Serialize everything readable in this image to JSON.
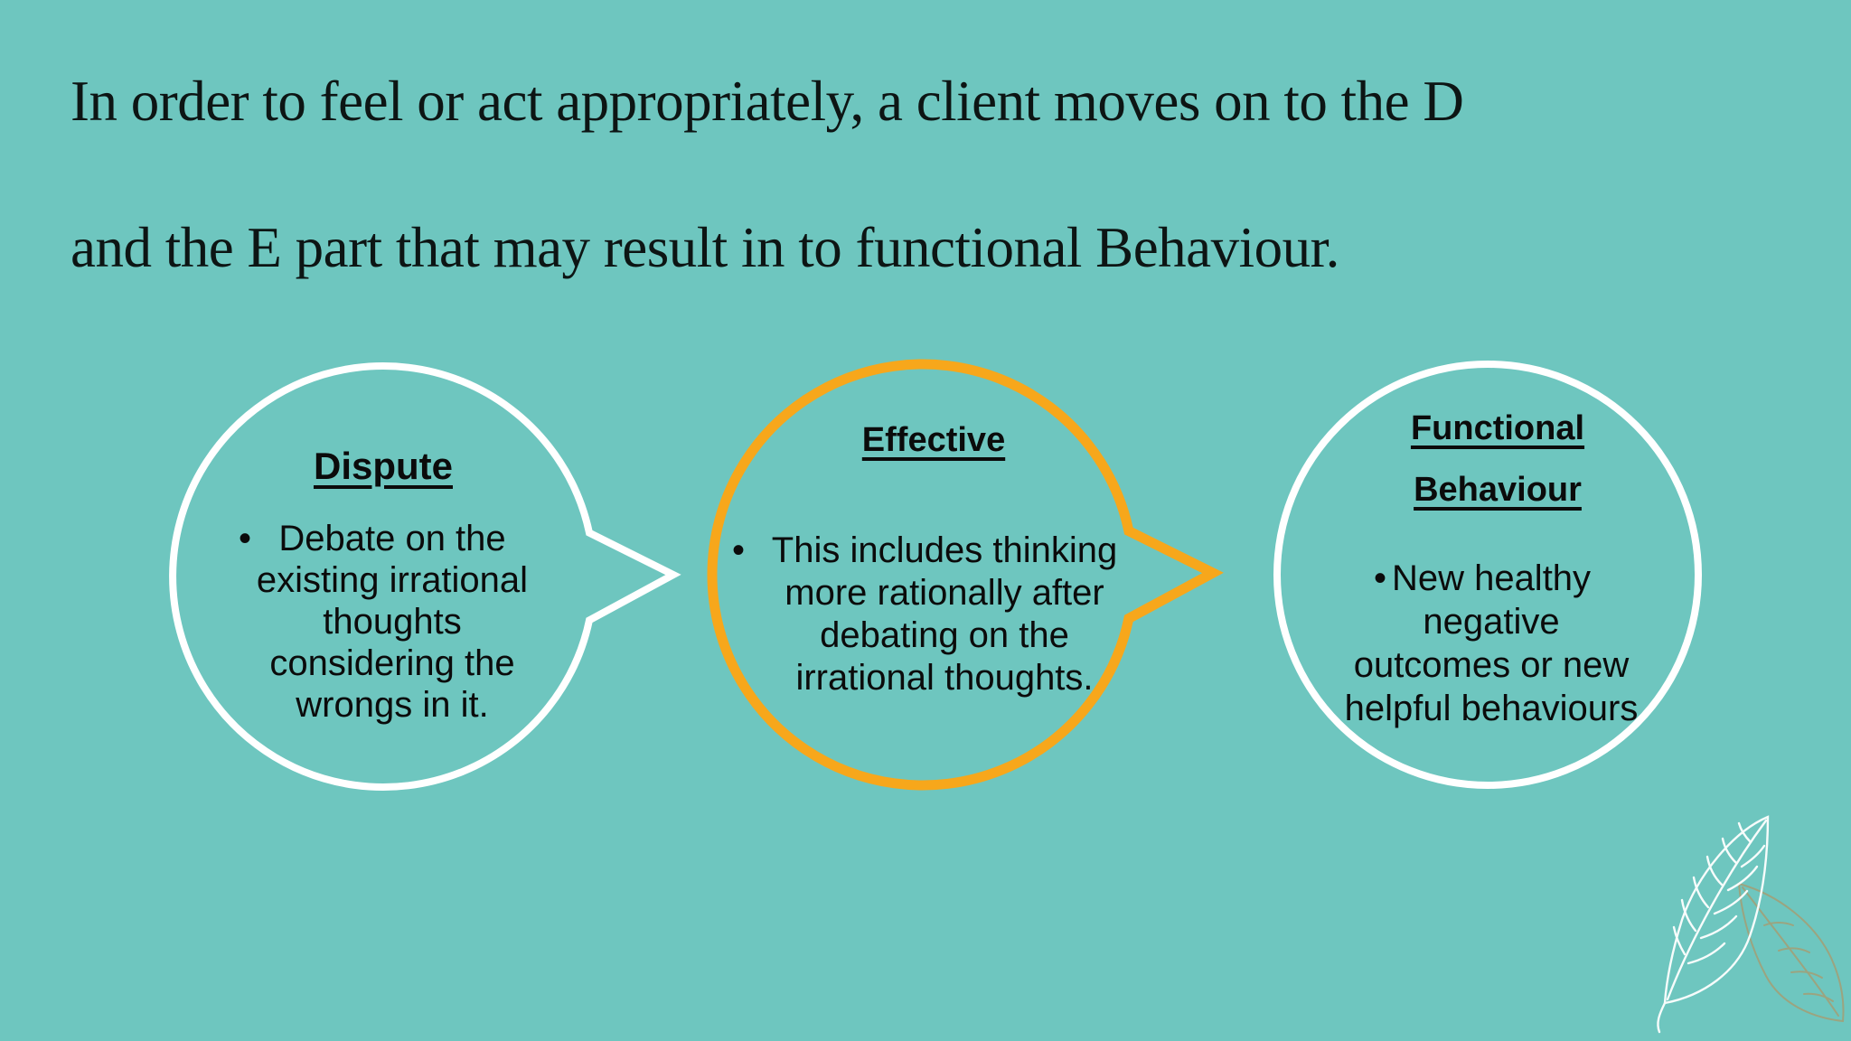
{
  "colors": {
    "background": "#6EC6BF",
    "title_text": "#0D1514",
    "body_text": "#0B0B0B",
    "accent_white": "#FFFFFF",
    "accent_orange": "#F7A71B",
    "leaf_back": "#C08A4E"
  },
  "title": {
    "line1": "In order to feel or act appropriately, a client moves on to the D",
    "line2": "and the E part that may result in to functional Behaviour."
  },
  "bubbles": [
    {
      "title": "Dispute",
      "bullet": "•",
      "body": "Debate on the\nexisting irrational\nthoughts\nconsidering the\nwrongs in it.",
      "border_color": "#FFFFFF"
    },
    {
      "title": "Effective",
      "bullet": "•",
      "body": "This includes thinking\nmore rationally after\ndebating on the\nirrational thoughts.",
      "border_color": "#F7A71B"
    },
    {
      "title": "Functional Behaviour",
      "bullet": "•",
      "body": "New healthy\nnegative\noutcomes or new\nhelpful behaviours",
      "border_color": "#FFFFFF"
    }
  ],
  "decoration": {
    "leaf_front": "white-outline-leaf",
    "leaf_back": "faded-copper-leaf"
  }
}
